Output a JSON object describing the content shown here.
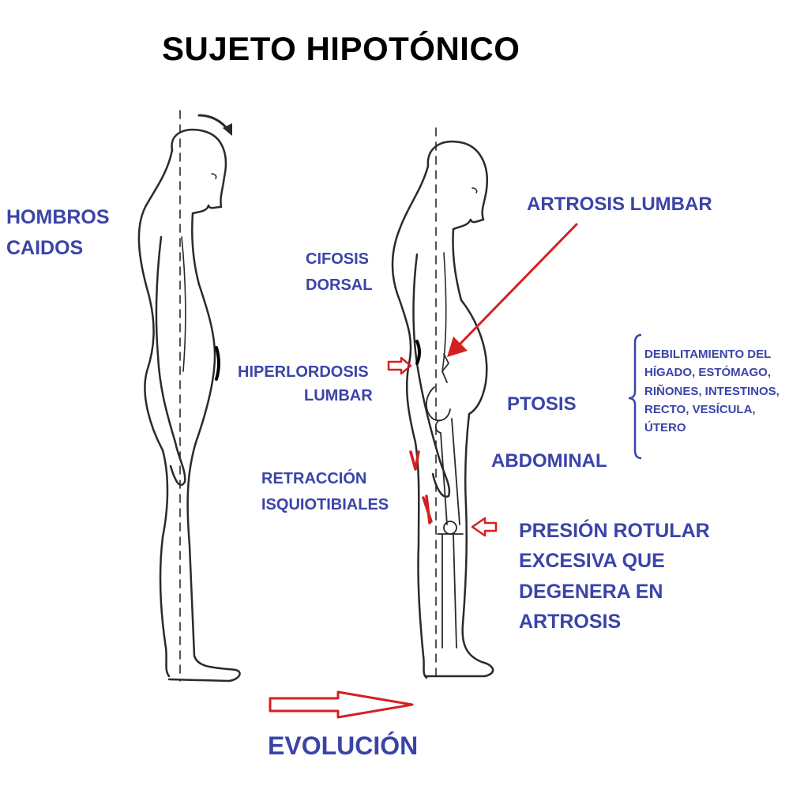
{
  "title": "SUJETO HIPOTÓNICO",
  "labels": {
    "hombros_caidos": "HOMBROS\nCAIDOS",
    "cifosis_dorsal": "CIFOSIS\nDORSAL",
    "hiperlordosis_l1": "HIPERLORDOSIS",
    "hiperlordosis_l2": "LUMBAR",
    "artrosis_lumbar": "ARTROSIS LUMBAR",
    "ptosis_l1": "PTOSIS",
    "ptosis_l2": "ABDOMINAL",
    "debilitamiento": "DEBILITAMIENTO DEL\nHÍGADO, ESTÓMAGO,\nRIÑONES, INTESTINOS,\nRECTO, VESÍCULA,\nÚTERO",
    "retraccion": "RETRACCIÓN\nISQUIOTIBIALES",
    "presion_rotular": "PRESIÓN ROTULAR\nEXCESIVA QUE\nDEGENERA EN\nARTROSIS",
    "evolucion": "EVOLUCIÓN"
  },
  "colors": {
    "label_blue": "#3a44a8",
    "annotation_red": "#d42020",
    "outline": "#2a2a2a",
    "title": "#000000"
  }
}
